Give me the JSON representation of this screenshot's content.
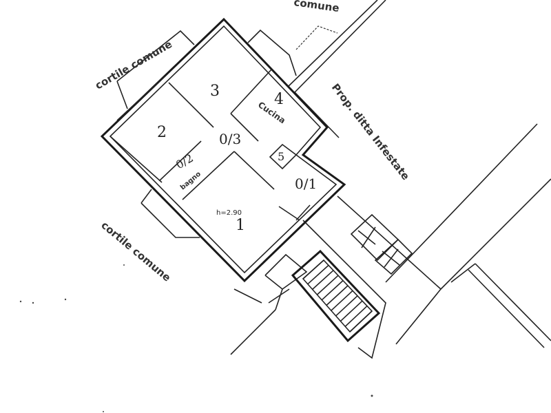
{
  "labels": {
    "courtyard_top_left": "cortile comune",
    "courtyard_bottom_left": "cortile comune",
    "courtyard_top": "comune",
    "neighbor_property": "Prop. ditta Infestate",
    "room_1": "1",
    "room_2": "2",
    "room_3": "3",
    "room_4": "4",
    "room_4_name": "Cucina",
    "room_5": "5",
    "room_01": "0/1",
    "room_02": "0/2",
    "room_02_name": "bagno",
    "room_03": "0/3",
    "ceiling_height": "h=2.90"
  }
}
